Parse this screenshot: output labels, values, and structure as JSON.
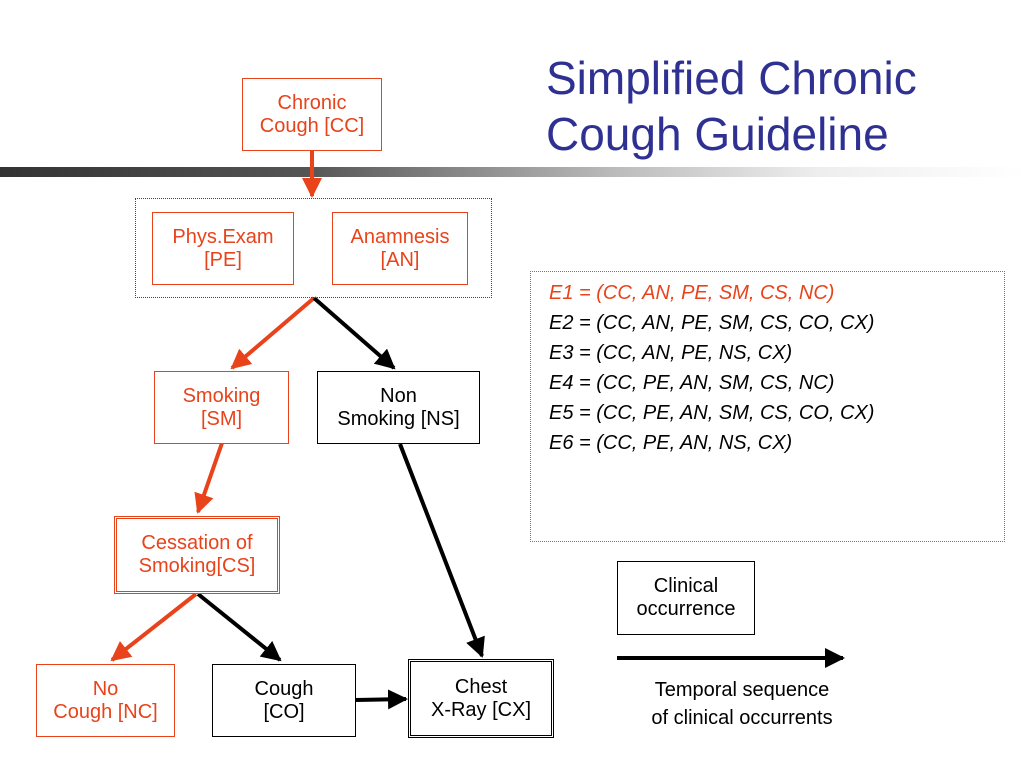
{
  "slide": {
    "title_line1": "Simplified Chronic",
    "title_line2": "Cough Guideline"
  },
  "nodes": {
    "cc": "Chronic\nCough [CC]",
    "pe": "Phys.Exam\n[PE]",
    "an": "Anamnesis\n[AN]",
    "sm": "Smoking\n[SM]",
    "ns": "Non\nSmoking [NS]",
    "cs": "Cessation of\nSmoking[CS]",
    "nc": "No\nCough [NC]",
    "co": "Cough\n[CO]",
    "cx": "Chest\nX-Ray [CX]"
  },
  "sequences": [
    "E1 = (CC, AN, PE, SM, CS, NC)",
    "E2 = (CC, AN, PE, SM, CS, CO, CX)",
    "E3 = (CC, AN, PE, NS, CX)",
    "E4 = (CC, PE, AN, SM, CS, NC)",
    "E5 = (CC, PE, AN, SM, CS, CO, CX)",
    "E6 = (CC, PE, AN, NS, CX)"
  ],
  "legend": {
    "occurrence_label": "Clinical\noccurrence",
    "arrow_label": "Temporal sequence\nof clinical occurrents"
  },
  "colors": {
    "title": "#2e3192",
    "highlight": "#e8431a",
    "default": "#000000"
  }
}
